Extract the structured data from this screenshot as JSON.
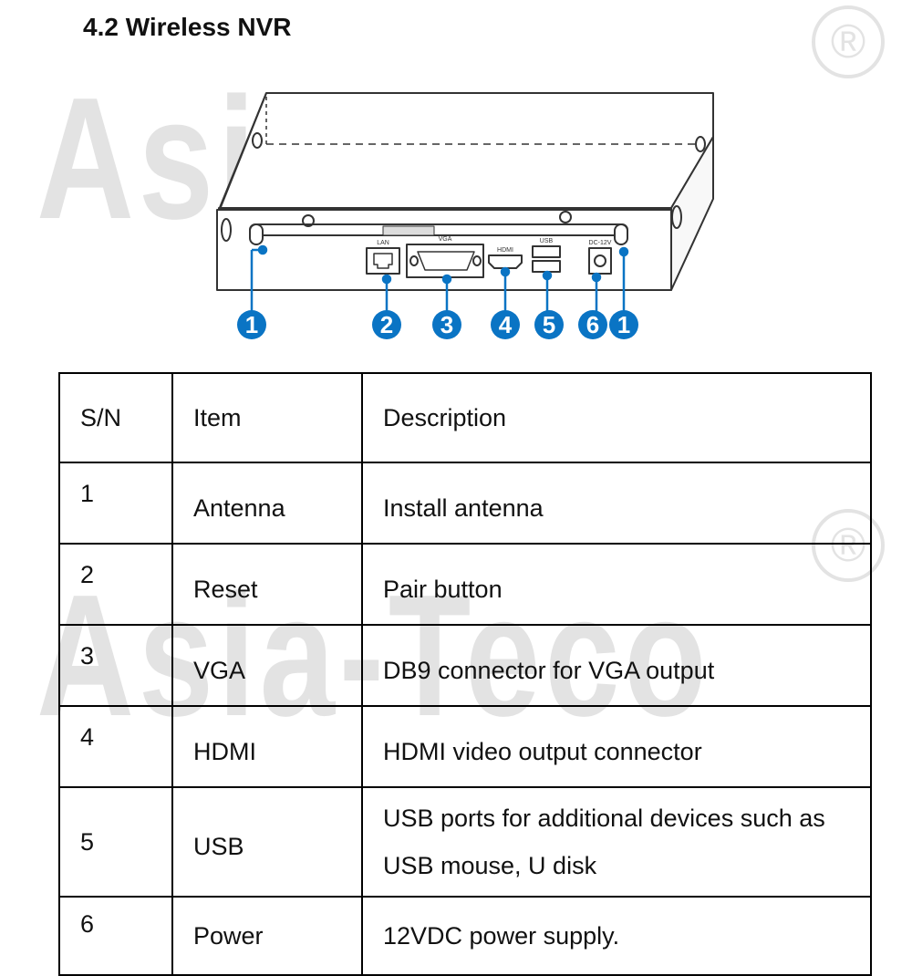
{
  "watermark": {
    "text": "Asia-Teco",
    "symbol": "®"
  },
  "title": "4.2 Wireless NVR",
  "diagram": {
    "port_labels": [
      "LAN",
      "VGA",
      "HDMI",
      "USB",
      "DC-12V"
    ],
    "callouts": [
      "1",
      "2",
      "3",
      "4",
      "5",
      "6",
      "1"
    ],
    "callout_color": "#0a74c4"
  },
  "table": {
    "headers": {
      "sn": "S/N",
      "item": "Item",
      "description": "Description"
    },
    "rows": [
      {
        "sn": "1",
        "item": "Antenna",
        "description": "Install antenna"
      },
      {
        "sn": "2",
        "item": "Reset",
        "description": "Pair button"
      },
      {
        "sn": "3",
        "item": "VGA",
        "description": "DB9 connector for VGA output"
      },
      {
        "sn": "4",
        "item": "HDMI",
        "description": "HDMI video output connector"
      },
      {
        "sn": "5",
        "item": "USB",
        "description": "USB ports for additional devices such as USB mouse, U disk"
      },
      {
        "sn": "6",
        "item": "Power",
        "description": "12VDC power supply."
      }
    ]
  }
}
